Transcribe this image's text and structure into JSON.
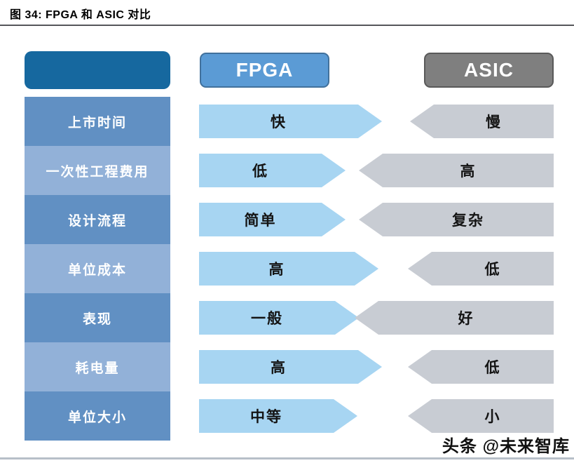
{
  "figure": {
    "title": "图 34:  FPGA 和 ASIC 对比",
    "watermark": "头条 @未来智库"
  },
  "table": {
    "col_fpga": "FPGA",
    "col_asic": "ASIC",
    "rows": [
      {
        "label": "上市时间",
        "fpga": "快",
        "asic": "慢",
        "fpga_len": 261,
        "asic_len": 205
      },
      {
        "label": "一次性工程费用",
        "fpga": "低",
        "asic": "高",
        "fpga_len": 209,
        "asic_len": 278
      },
      {
        "label": "设计流程",
        "fpga": "简单",
        "asic": "复杂",
        "fpga_len": 209,
        "asic_len": 278
      },
      {
        "label": "单位成本",
        "fpga": "高",
        "asic": "低",
        "fpga_len": 256,
        "asic_len": 208
      },
      {
        "label": "表现",
        "fpga": "一般",
        "asic": "好",
        "fpga_len": 228,
        "asic_len": 284
      },
      {
        "label": "耗电量",
        "fpga": "高",
        "asic": "低",
        "fpga_len": 261,
        "asic_len": 208
      },
      {
        "label": "单位大小",
        "fpga": "中等",
        "asic": "小",
        "fpga_len": 226,
        "asic_len": 208
      }
    ]
  },
  "colors": {
    "header_blank_box": "#16689f",
    "fpga_header": "#5b9bd5",
    "fpga_header_border": "#41719c",
    "asic_header": "#7f7f7f",
    "asic_header_border": "#595959",
    "row_label_dark": "#6190c3",
    "row_label_light": "#92b1d8",
    "fpga_arrow": "#a7d5f2",
    "asic_arrow": "#c8ccd3"
  }
}
